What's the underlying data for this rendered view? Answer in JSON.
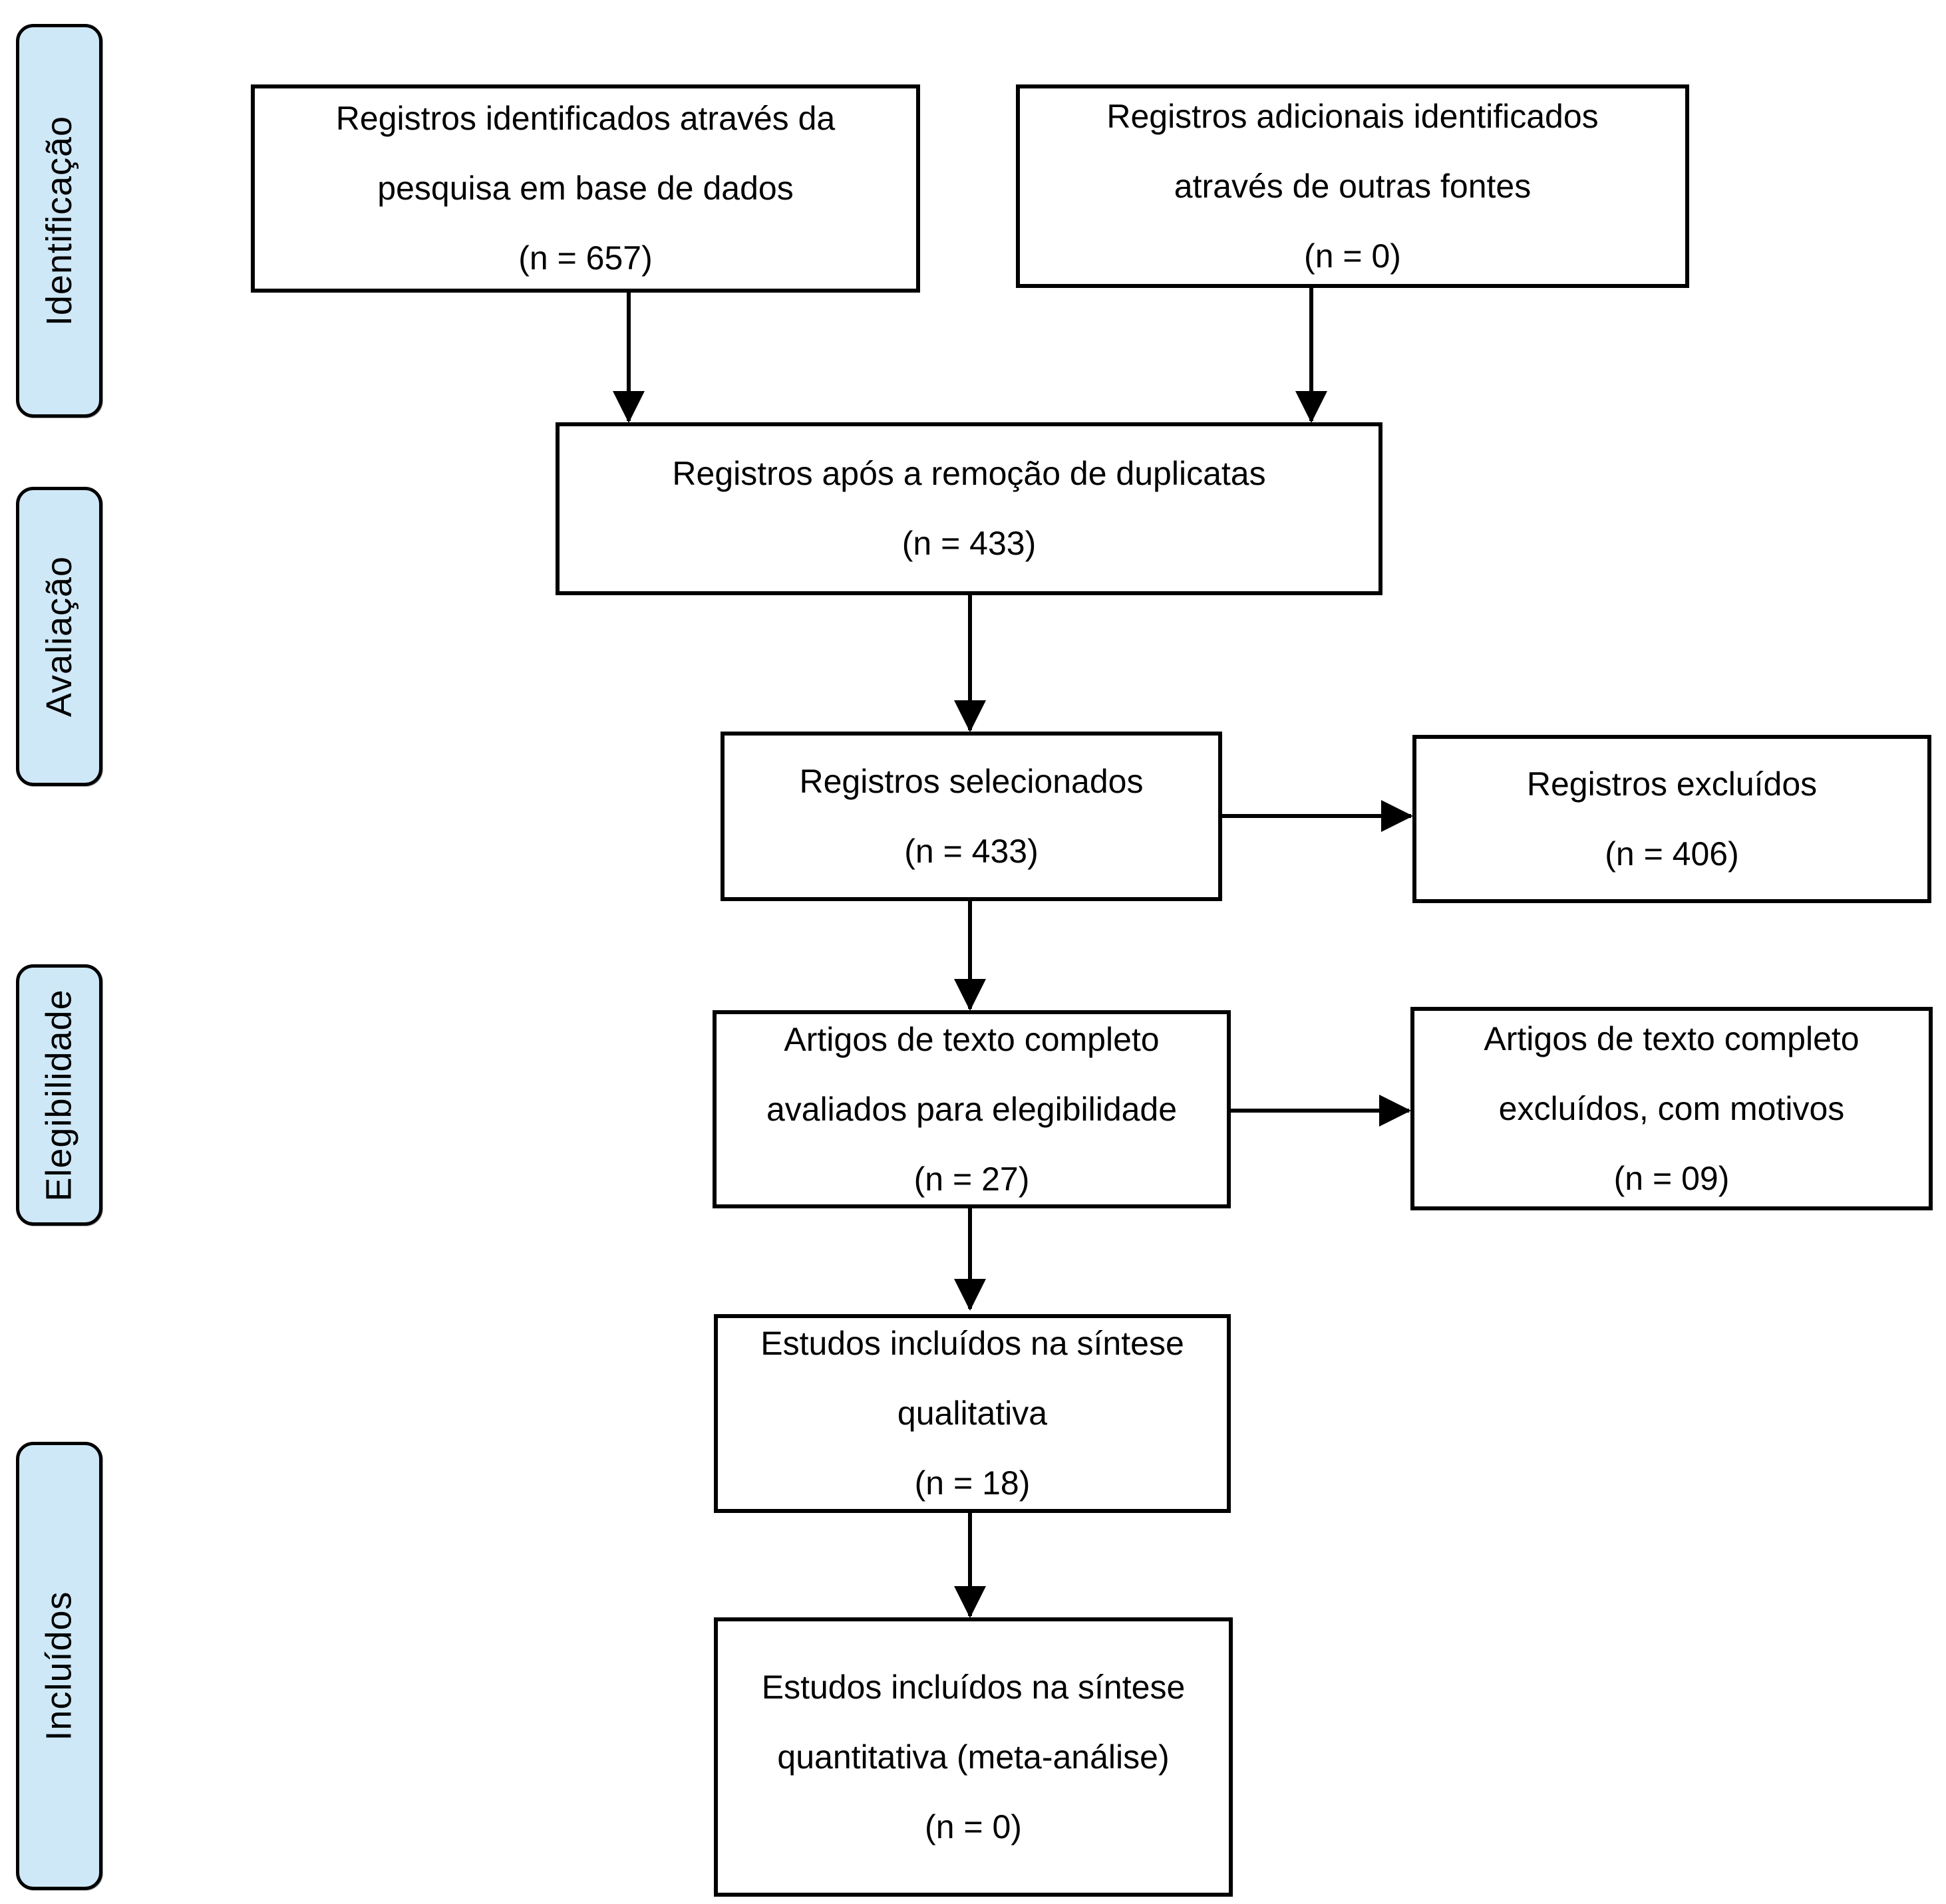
{
  "sidebar": {
    "stages": [
      {
        "label": "Identificação"
      },
      {
        "label": "Avaliação"
      },
      {
        "label": "Elegibilidade"
      },
      {
        "label": "Incluídos"
      }
    ]
  },
  "boxes": {
    "identified": {
      "lines": [
        "Registros identificados através da",
        "pesquisa em base de dados",
        "(n = 657)"
      ]
    },
    "additional": {
      "lines": [
        "Registros adicionais identificados",
        "através de outras fontes",
        "(n = 0)"
      ]
    },
    "deduplicated": {
      "lines": [
        "Registros após a remoção de duplicatas",
        "(n = 433)"
      ]
    },
    "screened": {
      "lines": [
        "Registros selecionados",
        "(n = 433)"
      ]
    },
    "excluded": {
      "lines": [
        "Registros excluídos",
        "(n = 406)"
      ]
    },
    "fulltext_assessed": {
      "lines": [
        "Artigos de texto completo",
        "avaliados para elegibilidade",
        "(n = 27)"
      ]
    },
    "fulltext_excluded": {
      "lines": [
        "Artigos de texto completo",
        "excluídos, com motivos",
        "(n = 09)"
      ]
    },
    "qualitative": {
      "lines": [
        "Estudos incluídos na síntese",
        "qualitativa",
        "(n = 18)"
      ]
    },
    "quantitative": {
      "lines": [
        "Estudos incluídos na síntese",
        "quantitativa (meta-análise)",
        "(n = 0)"
      ]
    }
  },
  "counts": {
    "identified_database": 657,
    "additional_sources": 0,
    "after_duplicates_removed": 433,
    "screened": 433,
    "excluded": 406,
    "fulltext_assessed": 27,
    "fulltext_excluded_with_reasons": 9,
    "qualitative_synthesis": 18,
    "quantitative_synthesis": 0
  },
  "colors": {
    "stage_fill": "#cfe8f7",
    "stroke": "#000000",
    "background": "#ffffff"
  }
}
